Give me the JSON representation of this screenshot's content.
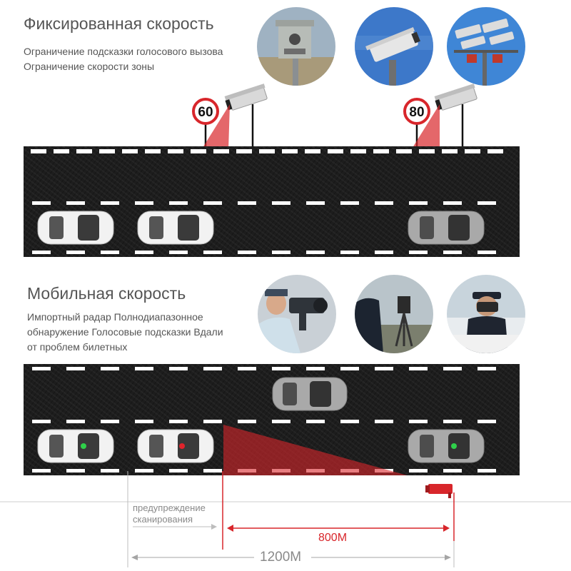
{
  "fixed": {
    "title": "Фиксированная скорость",
    "lines": [
      "Ограничение подсказки голосового вызова",
      "Ограничение скорости зоны"
    ],
    "sign_left": "60",
    "sign_right": "80"
  },
  "mobile": {
    "title": "Мобильная скорость",
    "lines": [
      "Импортный радар  Полнодиапазонное",
      "обнаружение Голосовые подсказки Вдали",
      "от проблем билетных"
    ]
  },
  "measures": {
    "scan_warning": [
      "предупреждение",
      "сканирования"
    ],
    "dist_800": "800M",
    "dist_1200": "1200M"
  },
  "colors": {
    "road": "#1d1d1d",
    "beam": "#d8262b",
    "arrow_red": "#d8262b",
    "indicator_green": "#2fd04a",
    "indicator_red": "#e0232b"
  }
}
